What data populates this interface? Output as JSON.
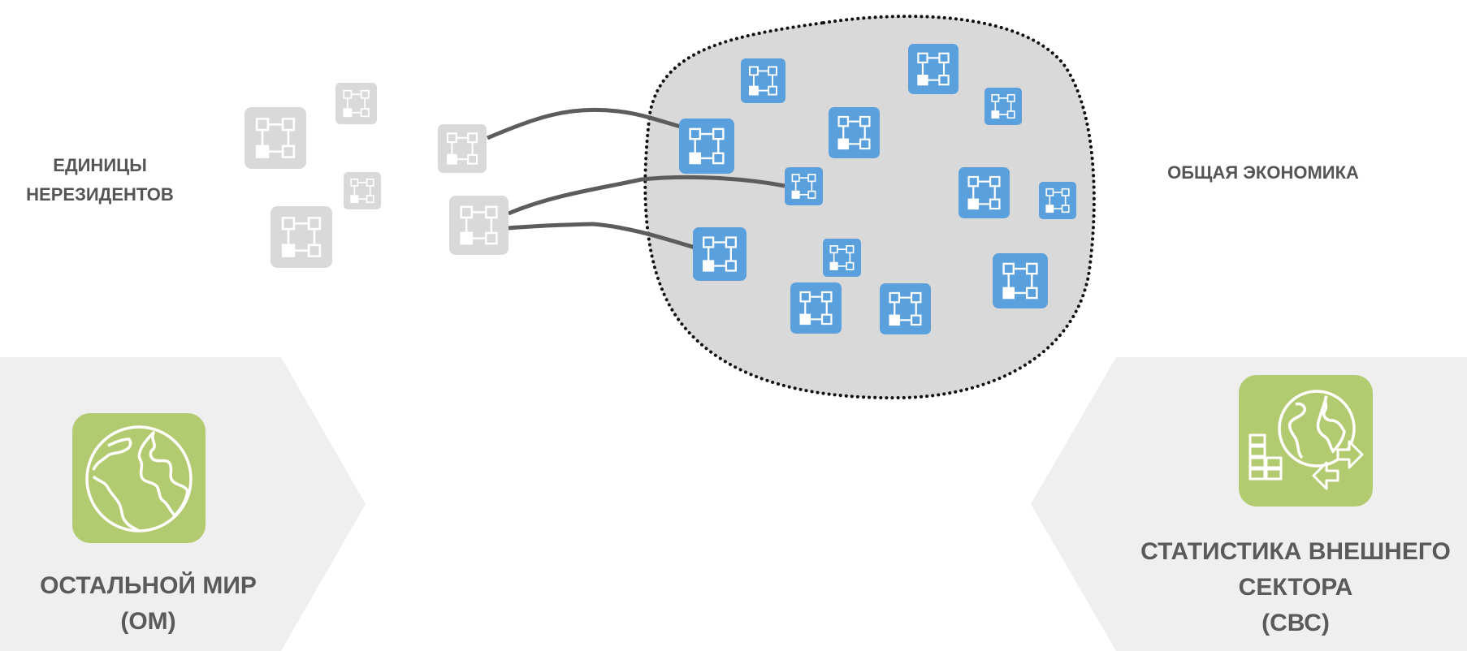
{
  "labels": {
    "nonresident_units": [
      "ЕДИНИЦЫ",
      "НЕРЕЗИДЕНТОВ"
    ],
    "total_economy": "ОБЩАЯ ЭКОНОМИКА",
    "rest_of_world": [
      "ОСТАЛЬНОЙ МИР",
      "(ОМ)"
    ],
    "external_sector_statistics": [
      "СТАТИСТИКА ВНЕШНЕГО",
      "СЕКТОРА",
      "(СВС)"
    ]
  },
  "icons": {
    "unit": "network-node-icon",
    "rest_of_world": "globe-icon",
    "external_sector": "globe-exchange-icon"
  },
  "colors": {
    "resident_unit": "#5aa0dd",
    "nonresident_unit": "#d9d9d9",
    "economy_area": "#d9d9d9",
    "tile_green": "#b3cb70",
    "panel_gray": "#efefef",
    "connector": "#5c5c5c",
    "text": "#555555"
  }
}
